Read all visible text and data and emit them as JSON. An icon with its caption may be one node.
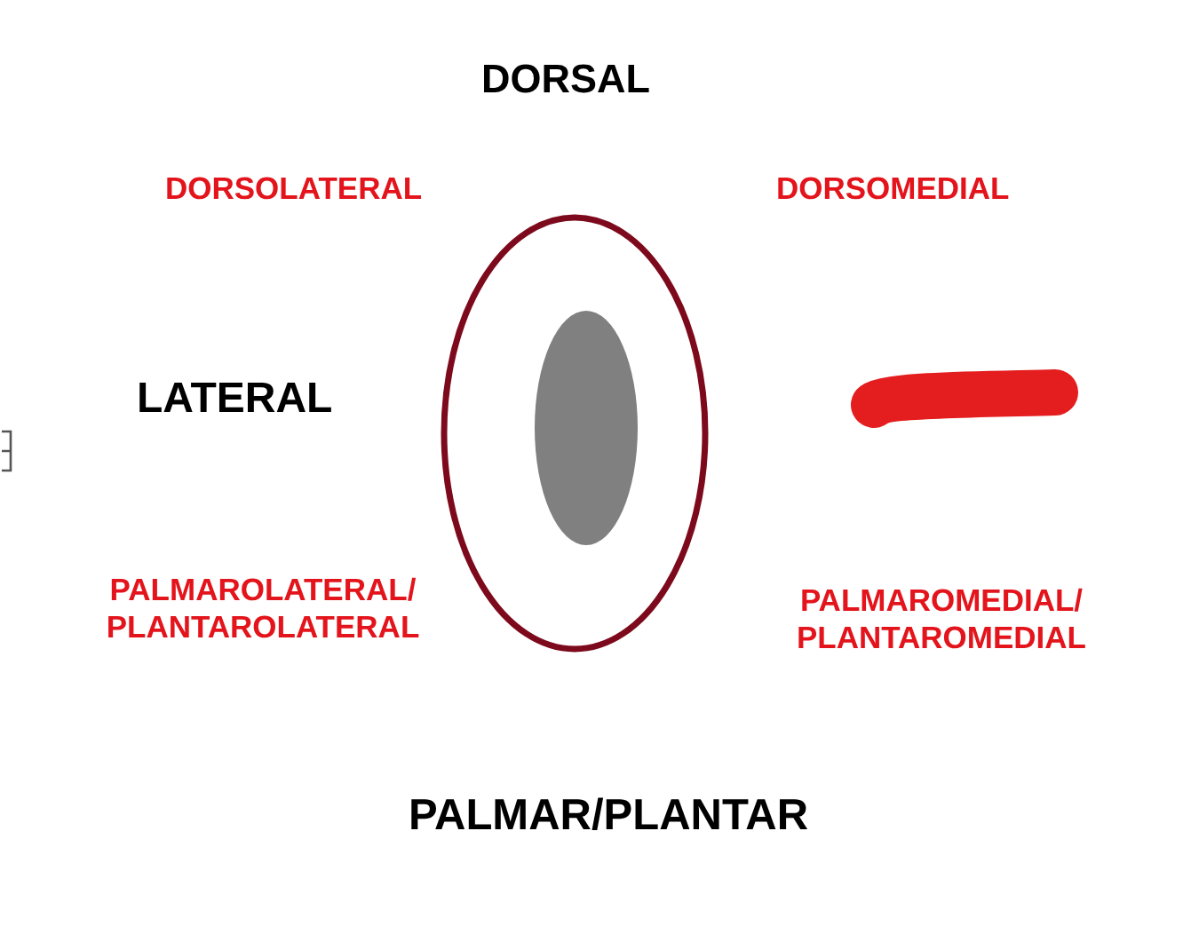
{
  "diagram": {
    "labels": [
      "DORSAL",
      "DORSOLATERAL",
      "DORSOMEDIAL",
      "LATERAL",
      "PALMAROLATERAL/ PLANTAROLATERAL",
      "PALMAROMEDIAL/ PLANTAROMEDIAL",
      "PALMAR/PLANTAR"
    ]
  }
}
